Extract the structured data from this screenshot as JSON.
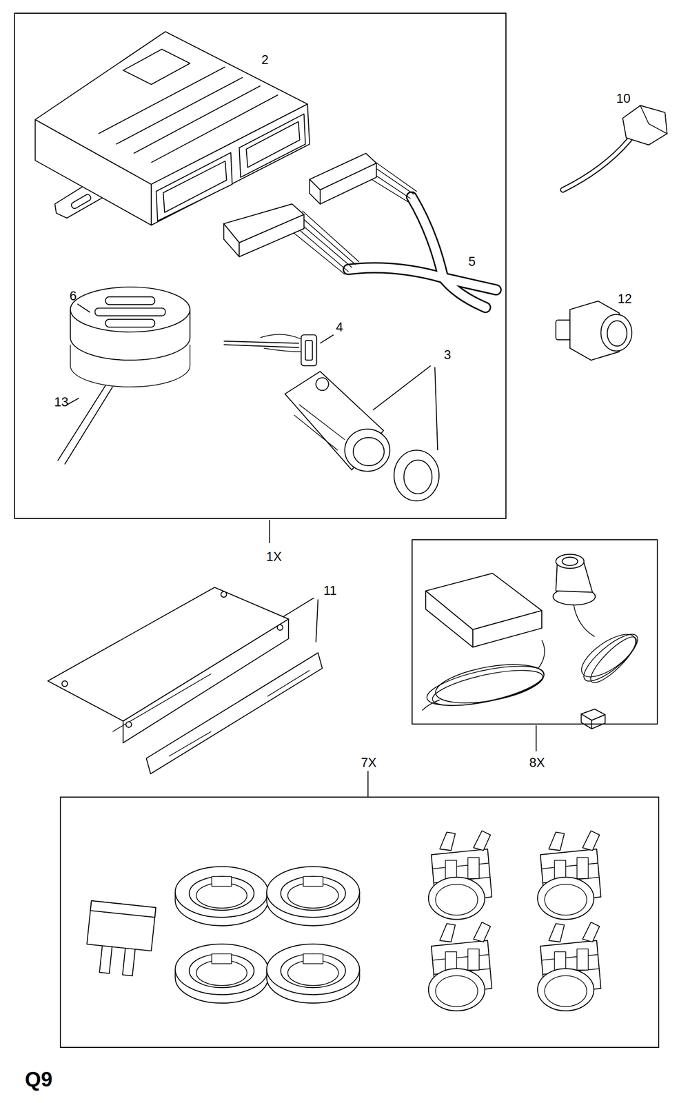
{
  "diagram": {
    "nodes": [
      {
        "text": [
          "1X"
        ]
      },
      {
        "text": [
          "8X"
        ]
      },
      {
        "text": [
          "7X"
        ]
      }
    ],
    "labels": [
      "2",
      "10",
      "5",
      "6",
      "12",
      "4",
      "3",
      "13",
      "11",
      "Q9"
    ]
  }
}
